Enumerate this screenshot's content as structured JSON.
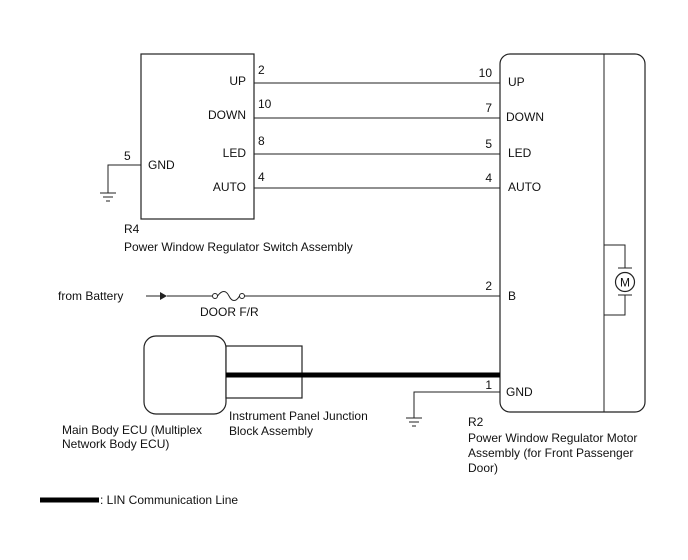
{
  "switch_assembly": {
    "code": "R4",
    "name": "Power Window Regulator Switch Assembly",
    "terminals": [
      {
        "label": "UP",
        "pin": "2"
      },
      {
        "label": "DOWN",
        "pin": "10"
      },
      {
        "label": "LED",
        "pin": "8"
      },
      {
        "label": "AUTO",
        "pin": "4"
      }
    ],
    "gnd_label": "GND",
    "gnd_pin": "5"
  },
  "motor_assembly": {
    "code": "R2",
    "name_lines": [
      "Power Window Regulator Motor",
      "Assembly (for Front Passenger",
      "Door)"
    ],
    "terminals": [
      {
        "label": "UP",
        "pin": "10"
      },
      {
        "label": "DOWN",
        "pin": "7"
      },
      {
        "label": "LED",
        "pin": "5"
      },
      {
        "label": "AUTO",
        "pin": "4"
      }
    ],
    "b_label": "B",
    "b_pin": "2",
    "gnd_label": "GND",
    "gnd_pin": "1",
    "motor_symbol": "M"
  },
  "battery": {
    "label": "from Battery",
    "fuse_label": "DOOR F/R"
  },
  "main_body_ecu": {
    "name_lines": [
      "Main Body ECU (Multiplex",
      "Network Body ECU)"
    ]
  },
  "junction_block": {
    "name_lines": [
      "Instrument Panel Junction",
      "Block Assembly"
    ]
  },
  "legend": {
    "text": ": LIN Communication Line"
  },
  "icons": {
    "ground": "ground-symbol-icon",
    "fuse": "fuse-icon",
    "motor": "motor-icon",
    "arrow": "arrow-right-icon"
  }
}
